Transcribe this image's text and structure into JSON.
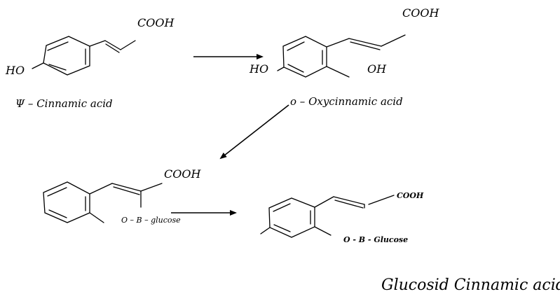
{
  "molecules": {
    "p_cinnamic": {
      "cooh_label": "COOH",
      "ho_label": "HO",
      "name": "Ψ – Cinnamic acid"
    },
    "o_oxycinnamic": {
      "cooh_label": "COOH",
      "ho_label": "HO",
      "oh_label": "OH",
      "name": "o – Oxycinnamic acid"
    },
    "glucoside_intermediate": {
      "cooh_label": "COOH",
      "substituent_label": "O – B – glucose"
    },
    "glucosid_product": {
      "cooh_label": "COOH",
      "substituent_label": "O - B - Glucose"
    }
  },
  "footer": {
    "caption": "Glucosid Cinnamic acid"
  }
}
